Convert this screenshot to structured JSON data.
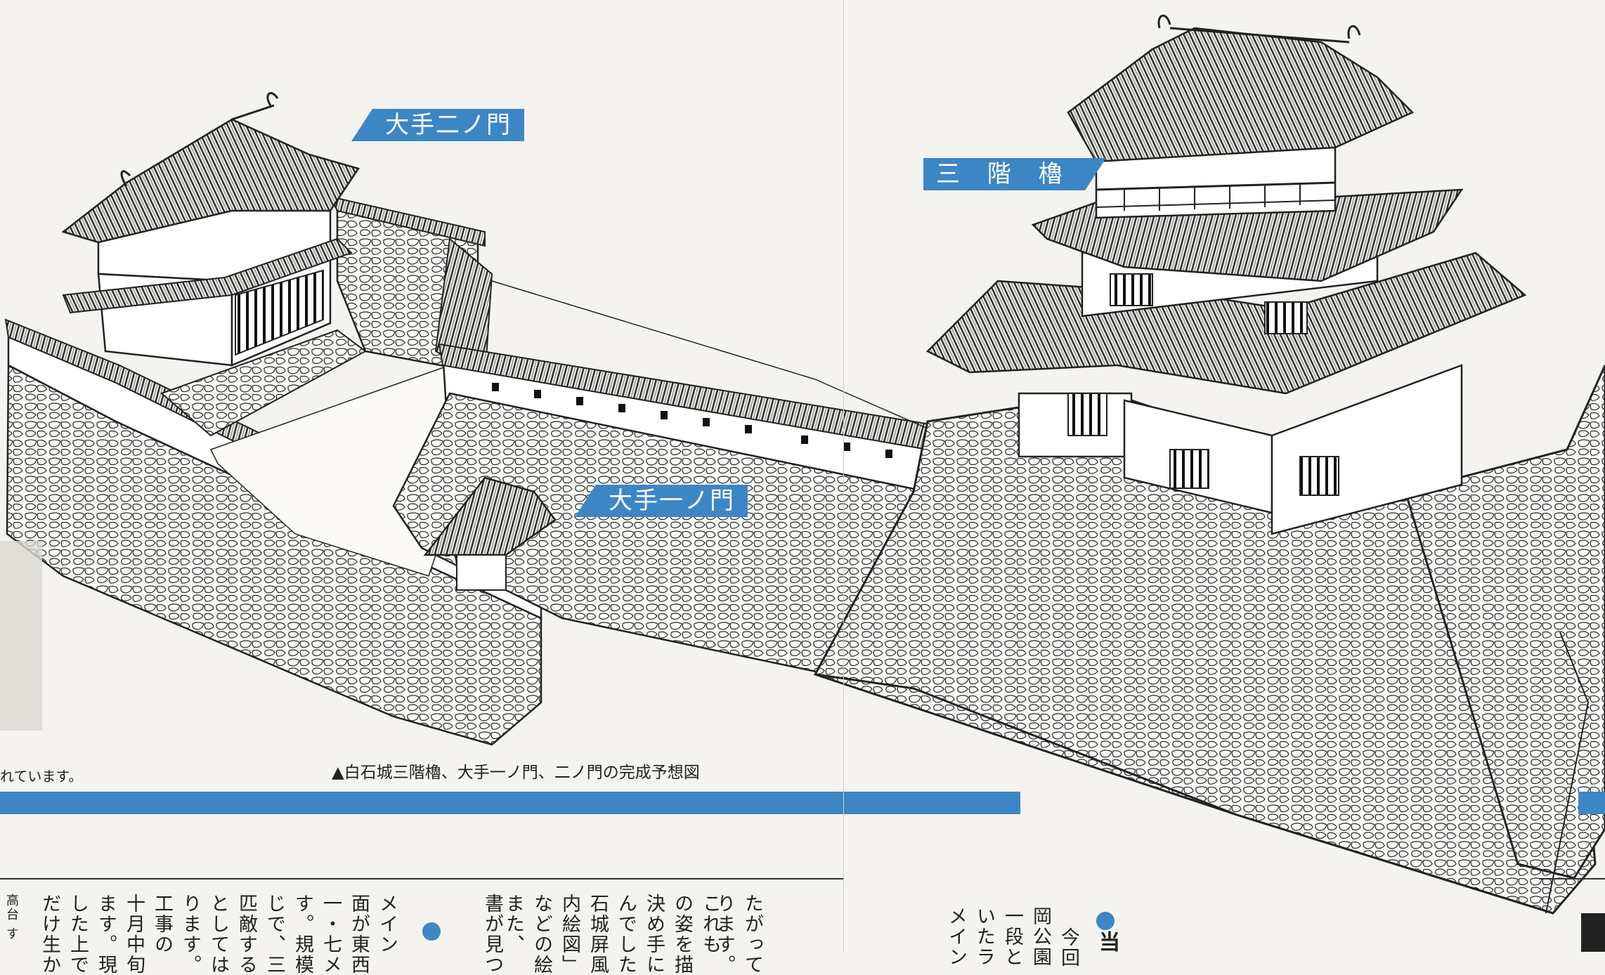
{
  "callouts": {
    "nino_mon": "大手二ノ門",
    "sankai_yagura": "三 階 櫓",
    "ichino_mon": "大手一ノ門"
  },
  "captions": {
    "main": "▲白石城三階櫓、大手一ノ門、二ノ門の完成予想図",
    "left_fragment": "れています。"
  },
  "accent_color": "#3d86c6",
  "article_left": {
    "bullet_heading_fragment": "",
    "columns": [
      "たがって",
      "ります。",
      "これも",
      "の姿を描",
      "決め手に",
      "んでした",
      "石城屏風",
      "内絵図」",
      "などの絵",
      "また、",
      "書が見つ",
      "メイン",
      "面が東西",
      "一・七メ",
      "す。規模",
      "じで、三",
      "匹敵する",
      "としては",
      "ります。",
      "工事の",
      "十月中旬",
      "ます。現",
      "した上で",
      "だけ生か"
    ],
    "side_fragment": "高台 す"
  },
  "article_right": {
    "heading_fragment": "当",
    "columns": [
      "今回",
      "岡公園",
      "一段と",
      "いたラ",
      "メイン"
    ]
  }
}
